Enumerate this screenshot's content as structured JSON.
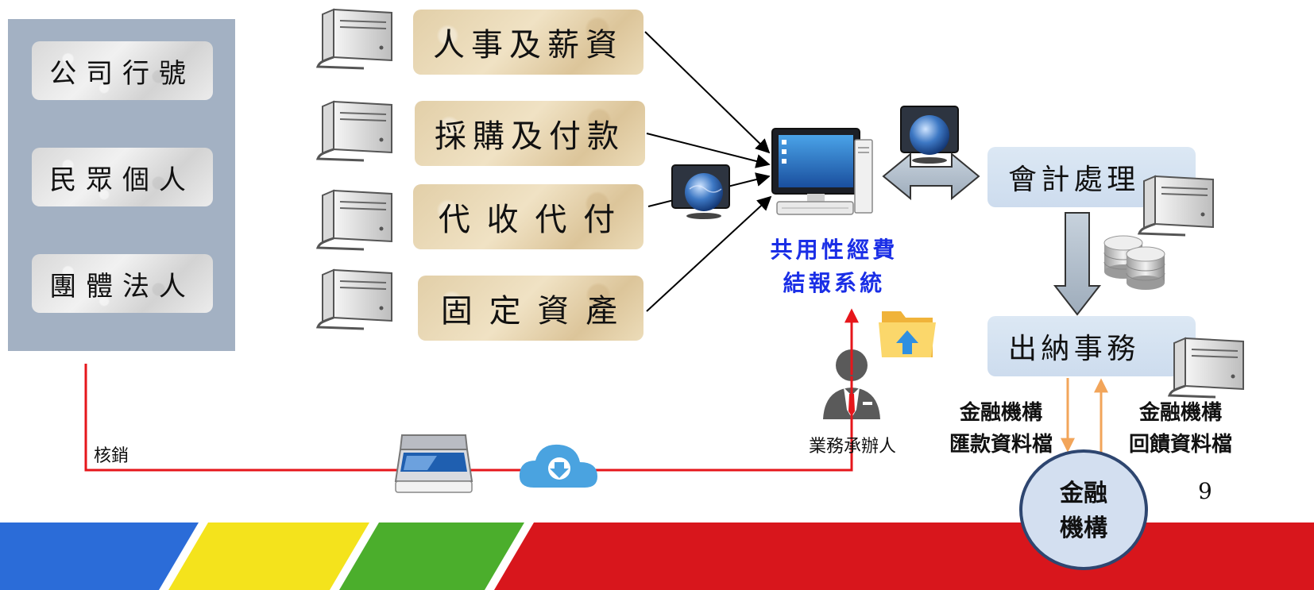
{
  "left_panel": {
    "items": [
      "公司行號",
      "民眾個人",
      "團體法人"
    ]
  },
  "modules": [
    "人事及薪資",
    "採購及付款",
    "代 收 代 付",
    "固 定 資 產"
  ],
  "central_system": {
    "label_line1": "共用性經費",
    "label_line2": "結報系統"
  },
  "accounting": "會計處理",
  "cashier": "出納事務",
  "financial_labels": {
    "remit_line1": "金融機構",
    "remit_line2": "匯款資料檔",
    "feedback_line1": "金融機構",
    "feedback_line2": "回饋資料檔"
  },
  "bank_circle": {
    "line1": "金融",
    "line2": "機構"
  },
  "handler_label": "業務承辦人",
  "writeoff_label": "核銷",
  "page_number": "9",
  "colors": {
    "flow_red": "#e6161b",
    "orange_arrow": "#f2a55a",
    "panel_gray": "#a3b1c3",
    "footer_blue": "#2b6cd8",
    "footer_yellow": "#f4e31c",
    "footer_green": "#4bae2c",
    "footer_red": "#d8161c"
  },
  "icons": [
    "computer-tower-icon",
    "desktop-monitor-icon",
    "globe-monitor-icon",
    "database-icon",
    "folder-upload-icon",
    "person-icon",
    "scanner-icon",
    "cloud-download-icon"
  ]
}
